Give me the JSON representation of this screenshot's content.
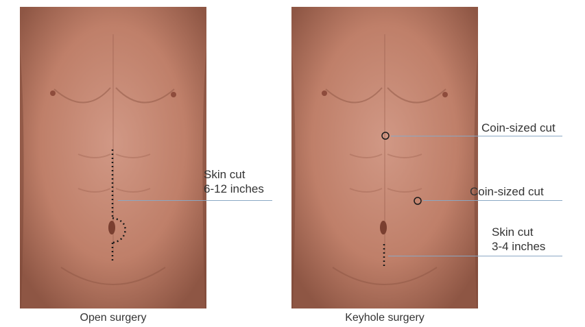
{
  "panels": {
    "open": {
      "caption": "Open surgery",
      "label_line1": "Skin cut",
      "label_line2": "6-12 inches"
    },
    "keyhole": {
      "caption": "Keyhole surgery",
      "coin_cut_1": "Coin-sized cut",
      "coin_cut_2": "Coin-sized cut",
      "label_line1": "Skin cut",
      "label_line2": "3-4 inches"
    }
  },
  "colors": {
    "skin": "#c58670",
    "leader_line": "#8aa8c4",
    "text": "#333333"
  }
}
